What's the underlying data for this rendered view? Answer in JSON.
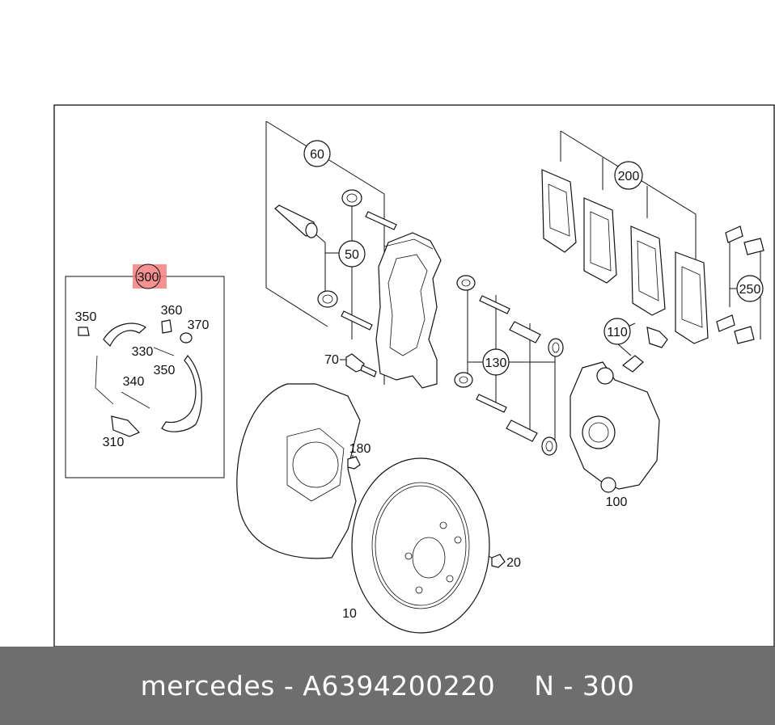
{
  "diagram": {
    "frame_labels": {
      "l60": "60",
      "l50": "50",
      "l70": "70",
      "l130": "130",
      "l200": "200",
      "l250": "250",
      "l110": "110",
      "l100": "100",
      "l180": "180",
      "l10": "10",
      "l20": "20"
    },
    "inset": {
      "title": "300",
      "l350a": "350",
      "l360": "360",
      "l370": "370",
      "l330": "330",
      "l340": "340",
      "l350b": "350",
      "l310": "310"
    },
    "highlight_color": "#f47f7f"
  },
  "footer": {
    "brand": "mercedes",
    "separator": "-",
    "part_number": "A6394200220",
    "position": "N - 300"
  }
}
